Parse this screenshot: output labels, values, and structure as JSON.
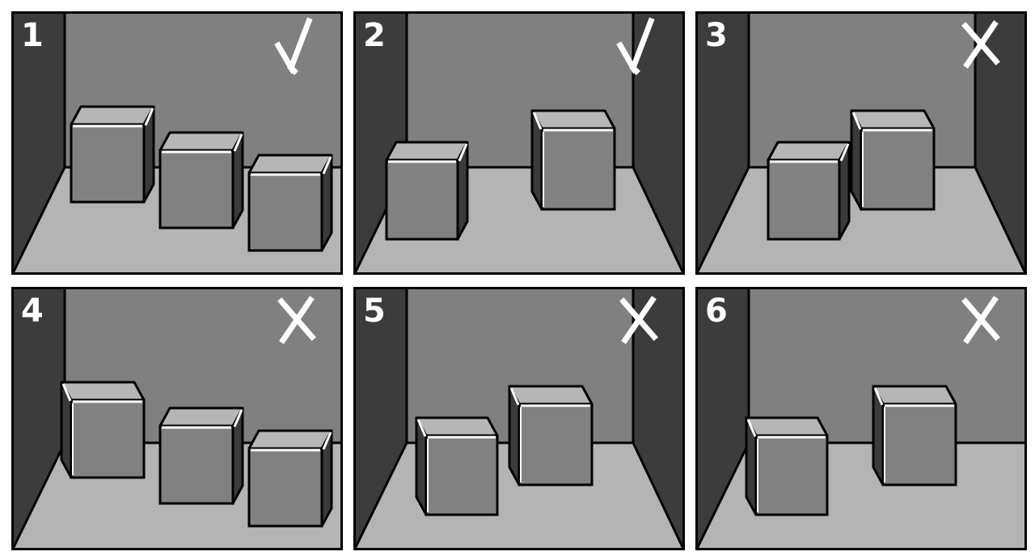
{
  "colors": {
    "background": "#ffffff",
    "frame": "#000000",
    "wall_back": "#808080",
    "wall_side": "#3c3c3c",
    "floor": "#b4b4b4",
    "box_front": "#818181",
    "box_top": "#b6b6b6",
    "box_side": "#3a3a3a",
    "edge_highlight": "#ffffff",
    "mark": "#ffffff"
  },
  "panels": [
    {
      "number": "1",
      "verdict": "check-mark",
      "room": "left-wall",
      "box_count": 3
    },
    {
      "number": "2",
      "verdict": "check-mark",
      "room": "both-walls",
      "box_count": 2
    },
    {
      "number": "3",
      "verdict": "x-mark",
      "room": "both-walls",
      "box_count": 2
    },
    {
      "number": "4",
      "verdict": "x-mark",
      "room": "left-wall",
      "box_count": 3
    },
    {
      "number": "5",
      "verdict": "x-mark",
      "room": "both-walls",
      "box_count": 2
    },
    {
      "number": "6",
      "verdict": "x-mark",
      "room": "left-wall",
      "box_count": 2
    }
  ]
}
